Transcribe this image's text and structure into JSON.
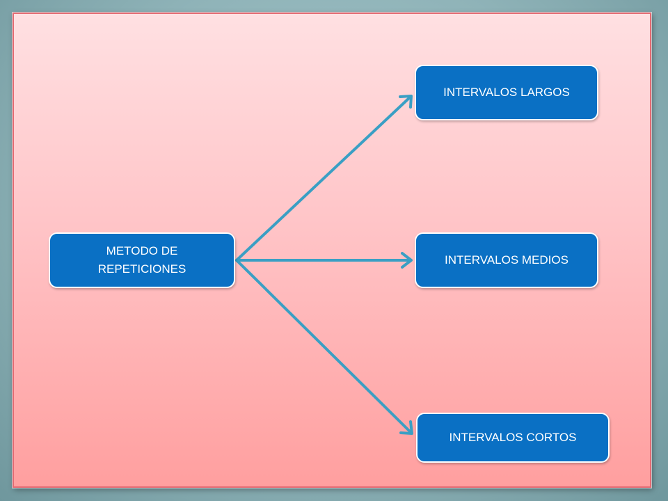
{
  "diagram": {
    "source": {
      "line1": "METODO DE",
      "line2": "REPETICIONES"
    },
    "targets": [
      {
        "label": "INTERVALOS LARGOS"
      },
      {
        "label": "INTERVALOS MEDIOS"
      },
      {
        "label": "INTERVALOS CORTOS"
      }
    ]
  },
  "colors": {
    "node_fill": "#0a70c4",
    "arrow": "#3a9fc4",
    "slide_top": "#ffe0e2",
    "slide_bottom": "#ff9f9f",
    "frame_border": "#e56a72"
  }
}
